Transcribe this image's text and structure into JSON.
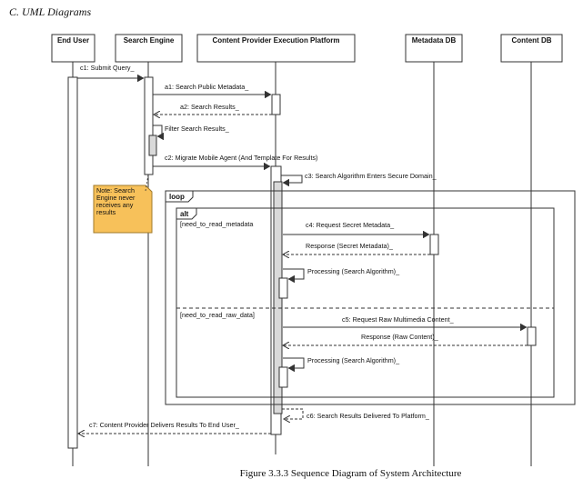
{
  "heading": "C.   UML Diagrams",
  "caption": "Figure 3.3.3 Sequence Diagram of System Architecture",
  "colors": {
    "note_fill": "#f7c15a",
    "note_border": "#a07a2a",
    "activation_fill": "#d9d9d9",
    "line": "#333333"
  },
  "lifelines": [
    {
      "name": "End User"
    },
    {
      "name": "Search Engine"
    },
    {
      "name": "Content Provider Execution Platform"
    },
    {
      "name": "Metadata DB"
    },
    {
      "name": "Content DB"
    }
  ],
  "messages": {
    "c1": "c1: Submit Query_",
    "a1": "a1: Search Public Metadata_",
    "a2": "a2: Search Results_",
    "filter": "Filter Search Results_",
    "c2": "c2: Migrate Mobile Agent (And Template For Results)",
    "c3": "c3: Search Algorithm Enters Secure Domain_",
    "c4": "c4: Request Secret Metadata_",
    "resp_meta": "Response (Secret Metadata)_",
    "proc1": "Processing (Search Algorithm)_",
    "c5": "c5: Request Raw Multimedia Content_",
    "resp_raw": "Response (Raw Content)_",
    "proc2": "Processing (Search Algorithm)_",
    "c6": "c6: Search Results Delivered To Platform_",
    "c7": "c7: Content Provider Delivers Results To End User_"
  },
  "fragments": {
    "loop": "loop",
    "alt": "alt",
    "guard1": "[need_to_read_metadata",
    "guard2": "[need_to_read_raw_data]"
  },
  "note": {
    "lines": [
      "Note: Search",
      "Engine never",
      "receives any",
      "results"
    ]
  }
}
